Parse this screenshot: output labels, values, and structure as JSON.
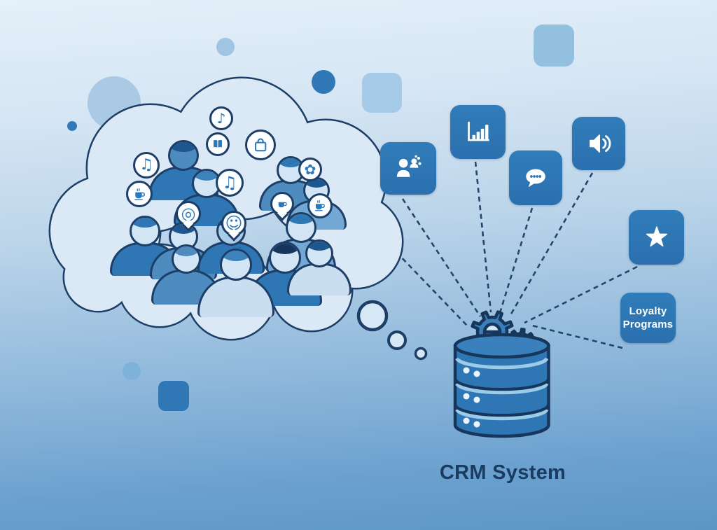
{
  "scene": {
    "type": "illustration-diagram",
    "thought_cloud": {
      "interest_badges": [
        {
          "name": "music-note-icon",
          "glyph": "♪"
        },
        {
          "name": "open-book-icon",
          "icon": "book-svg"
        },
        {
          "name": "shopping-bag-icon",
          "icon": "bag-svg"
        },
        {
          "name": "music-notes-icon",
          "glyph": "♫"
        },
        {
          "name": "music-notes-large-icon",
          "glyph": "♫"
        },
        {
          "name": "coffee-cup-icon",
          "icon": "cup-svg"
        },
        {
          "name": "flower-icon",
          "glyph": "✿"
        },
        {
          "name": "target-icon",
          "glyph": "◎"
        },
        {
          "name": "mug-icon",
          "icon": "cup-svg"
        },
        {
          "name": "smiley-icon",
          "glyph": "☺"
        },
        {
          "name": "coffee-cup-icon-2",
          "icon": "cup-svg"
        }
      ]
    },
    "channel_icons": [
      {
        "name": "customer-segmentation-icon"
      },
      {
        "name": "bar-chart-icon"
      },
      {
        "name": "chat-bubble-icon"
      },
      {
        "name": "speaker-icon"
      },
      {
        "name": "star-icon"
      }
    ],
    "loyalty_box": {
      "label": "Loyalty Programs"
    },
    "crm": {
      "label": "CRM System",
      "icons": [
        "database-icon",
        "gears-icon"
      ]
    },
    "colors": {
      "accent_blue": "#2e77b8",
      "outline_navy": "#1d3e66",
      "cloud_fill": "#dbe9f7",
      "background_top": "#e4f0fa",
      "background_bottom": "#5b97c6",
      "text_navy": "#1b3b60"
    }
  }
}
